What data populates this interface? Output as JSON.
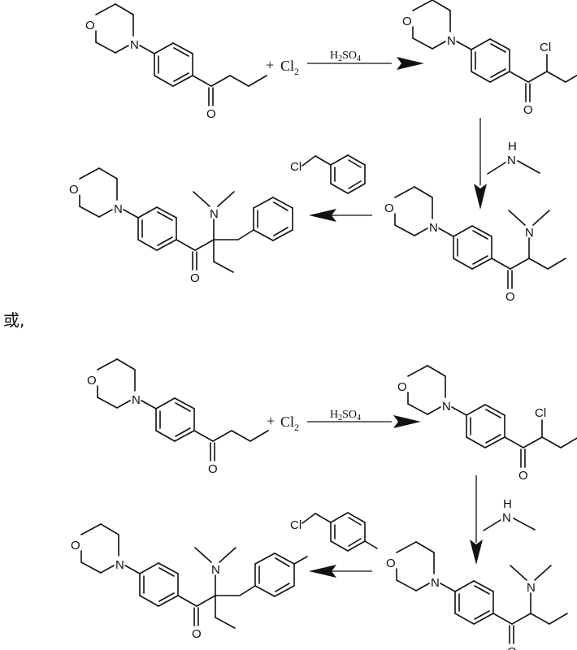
{
  "scheme_1": {
    "reactant_label": "4'-morpholinobutyrophenone",
    "plus": "+",
    "reagent": "Cl",
    "reagent_subscript": "2",
    "condition": "H",
    "condition_sub1": "2",
    "condition_mid": "SO",
    "condition_sub2": "4",
    "step2_reagent": "dimethylamine",
    "step3_reagent": "benzyl chloride",
    "atoms": {
      "O": "O",
      "N": "N",
      "Cl": "Cl",
      "H": "H"
    }
  },
  "separator": "或,",
  "scheme_2": {
    "plus": "+",
    "reagent": "Cl",
    "reagent_subscript": "2",
    "condition": "H",
    "condition_sub1": "2",
    "condition_mid": "SO",
    "condition_sub2": "4",
    "step2_reagent": "dimethylamine",
    "step3_reagent": "4-methylbenzyl chloride"
  }
}
